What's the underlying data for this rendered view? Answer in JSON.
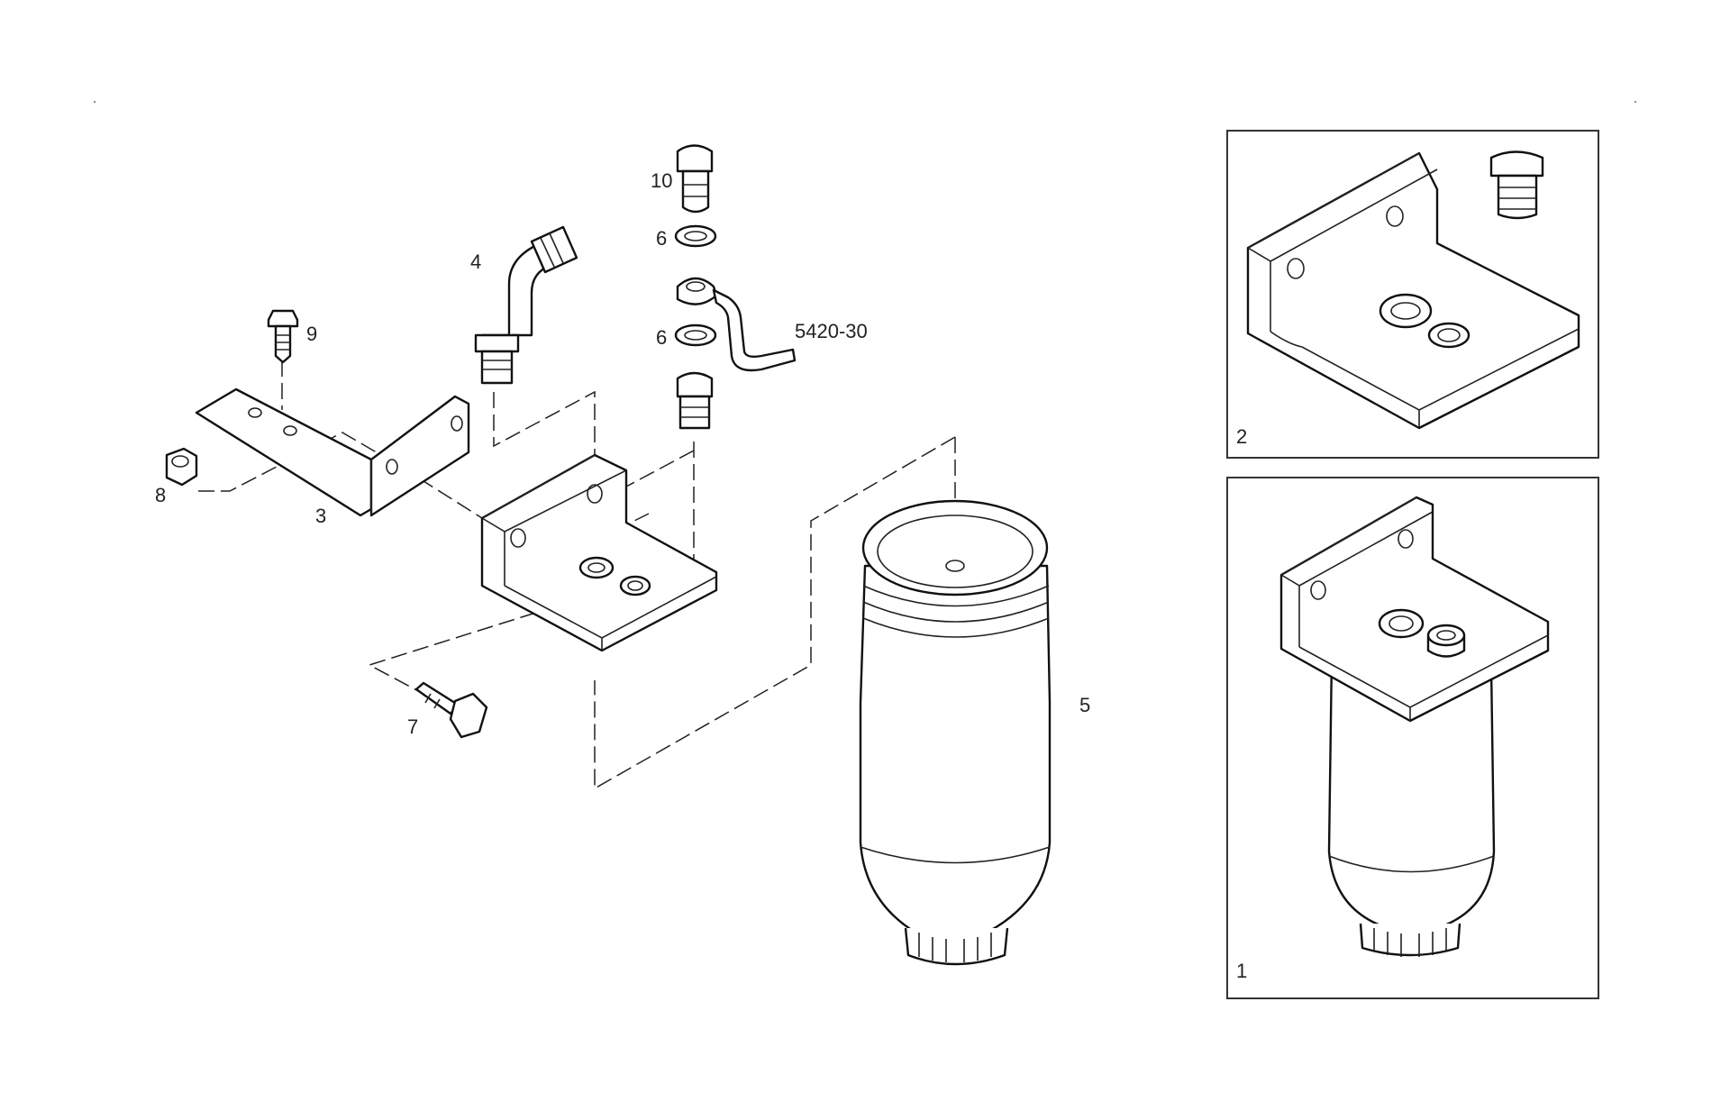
{
  "labels": {
    "p1": "1",
    "p2": "2",
    "p3": "3",
    "p4": "4",
    "p5": "5",
    "p6a": "6",
    "p6b": "6",
    "p7": "7",
    "p8": "8",
    "p9": "9",
    "p10": "10",
    "ref": "5420-30"
  },
  "colors": {
    "line": "#111111",
    "background": "#ffffff",
    "frame": "#333333"
  }
}
